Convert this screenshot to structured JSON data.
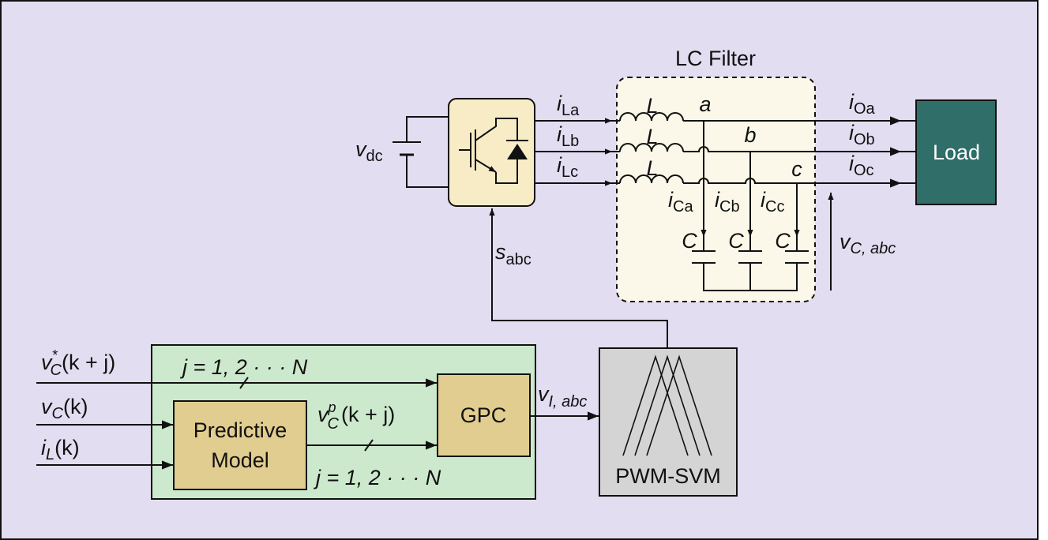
{
  "colors": {
    "background": "#e3ddf1",
    "filter_fill": "#fbf8e9",
    "inverter_fill": "#f7ecc6",
    "controller_fill": "#cde9cd",
    "block_fill": "#e1cd8f",
    "pwm_fill": "#d4d4d4",
    "load_fill": "#2f6e69",
    "line": "#111111"
  },
  "filter": {
    "title": "LC Filter",
    "inductor": "L",
    "capacitor": "C"
  },
  "inverter": {
    "dc_label": "v",
    "dc_sub": "dc"
  },
  "phases": {
    "line_currents": [
      {
        "base": "i",
        "sub": "La"
      },
      {
        "base": "i",
        "sub": "Lb"
      },
      {
        "base": "i",
        "sub": "Lc"
      }
    ],
    "nodes": [
      "a",
      "b",
      "c"
    ],
    "cap_currents": [
      {
        "base": "i",
        "sub": "Ca"
      },
      {
        "base": "i",
        "sub": "Cb"
      },
      {
        "base": "i",
        "sub": "Cc"
      }
    ],
    "output_currents": [
      {
        "base": "i",
        "sub": "Oa"
      },
      {
        "base": "i",
        "sub": "Ob"
      },
      {
        "base": "i",
        "sub": "Oc"
      }
    ]
  },
  "cap_voltage": {
    "base": "v",
    "sub": "C, abc"
  },
  "load": {
    "label": "Load"
  },
  "switching": {
    "base": "s",
    "sub": "abc"
  },
  "controller": {
    "gpc_label": "GPC",
    "model_line1": "Predictive",
    "model_line2": "Model",
    "j_range_top": "j = 1, 2 · · · N",
    "j_range_bottom": "j = 1, 2 · · · N",
    "prediction_label": "v",
    "prediction_sup": "p",
    "prediction_sub": "C",
    "prediction_arg": "(k + j)"
  },
  "inputs": {
    "ref": {
      "base": "v",
      "sup": "*",
      "sub": "C",
      "arg": "(k + j)"
    },
    "vc": {
      "base": "v",
      "sub": "C",
      "arg": "(k)"
    },
    "il": {
      "base": "i",
      "sub": "L",
      "arg": "(k)"
    }
  },
  "inverter_voltage": {
    "base": "v",
    "sub": "I, abc"
  },
  "pwm": {
    "label": "PWM-SVM"
  }
}
